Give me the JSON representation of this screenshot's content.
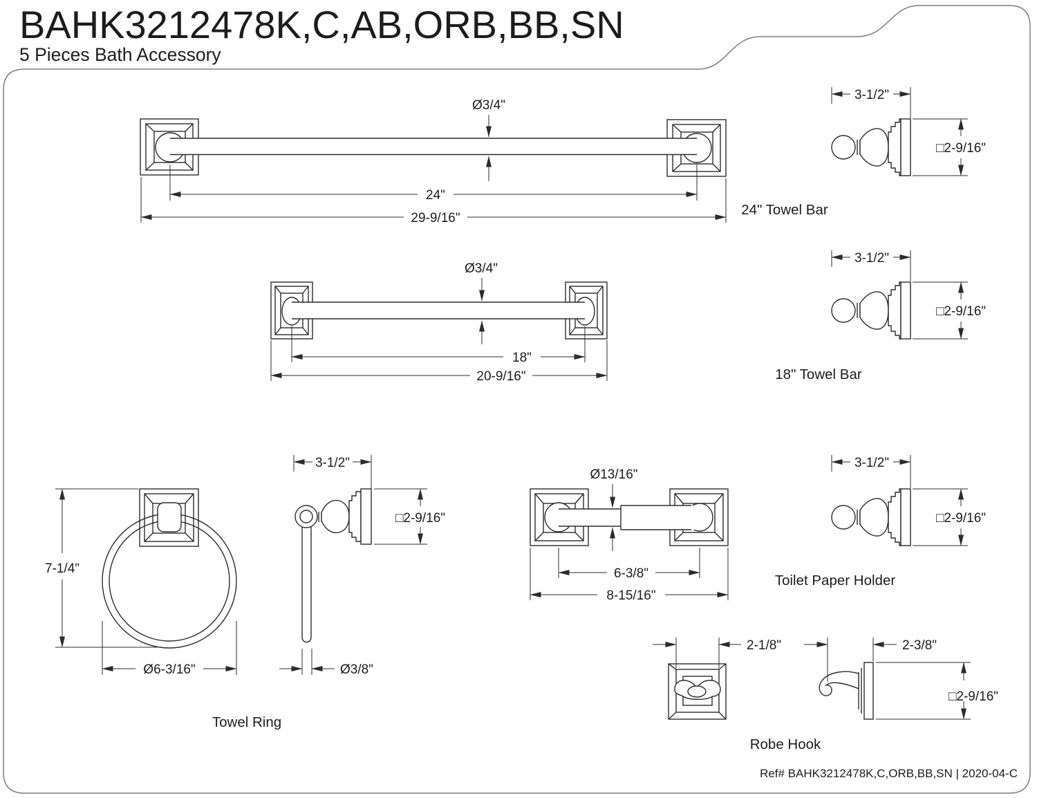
{
  "header": {
    "title": "BAHK3212478K,C,AB,ORB,BB,SN",
    "subtitle": "5 Pieces Bath Accessory"
  },
  "footer": {
    "ref": "Ref# BAHK3212478K,C,ORB,BB,SN | 2020-04-C"
  },
  "colors": {
    "line": "#2b2b2b",
    "border": "#7d7d7d",
    "background": "#ffffff"
  },
  "products": {
    "towel_bar_24": {
      "label": "24\" Towel Bar",
      "dia": "Ø3/4\"",
      "length": "24\"",
      "overall": "29-9/16\"",
      "depth": "3-1/2\"",
      "plate": "□2-9/16\""
    },
    "towel_bar_18": {
      "label": "18\" Towel Bar",
      "dia": "Ø3/4\"",
      "length": "18\"",
      "overall": "20-9/16\"",
      "depth": "3-1/2\"",
      "plate": "□2-9/16\""
    },
    "towel_ring": {
      "label": "Towel Ring",
      "height": "7-1/4\"",
      "ring_dia": "Ø6-3/16\"",
      "depth": "3-1/2\"",
      "plate": "□2-9/16\"",
      "bar_dia": "Ø3/8\""
    },
    "toilet_paper_holder": {
      "label": "Toilet Paper Holder",
      "roller_dia": "Ø13/16\"",
      "inner": "6-3/8\"",
      "overall": "8-15/16\"",
      "depth": "3-1/2\"",
      "plate": "□2-9/16\""
    },
    "robe_hook": {
      "label": "Robe Hook",
      "width": "2-1/8\"",
      "depth": "2-3/8\"",
      "plate": "□2-9/16\""
    }
  }
}
